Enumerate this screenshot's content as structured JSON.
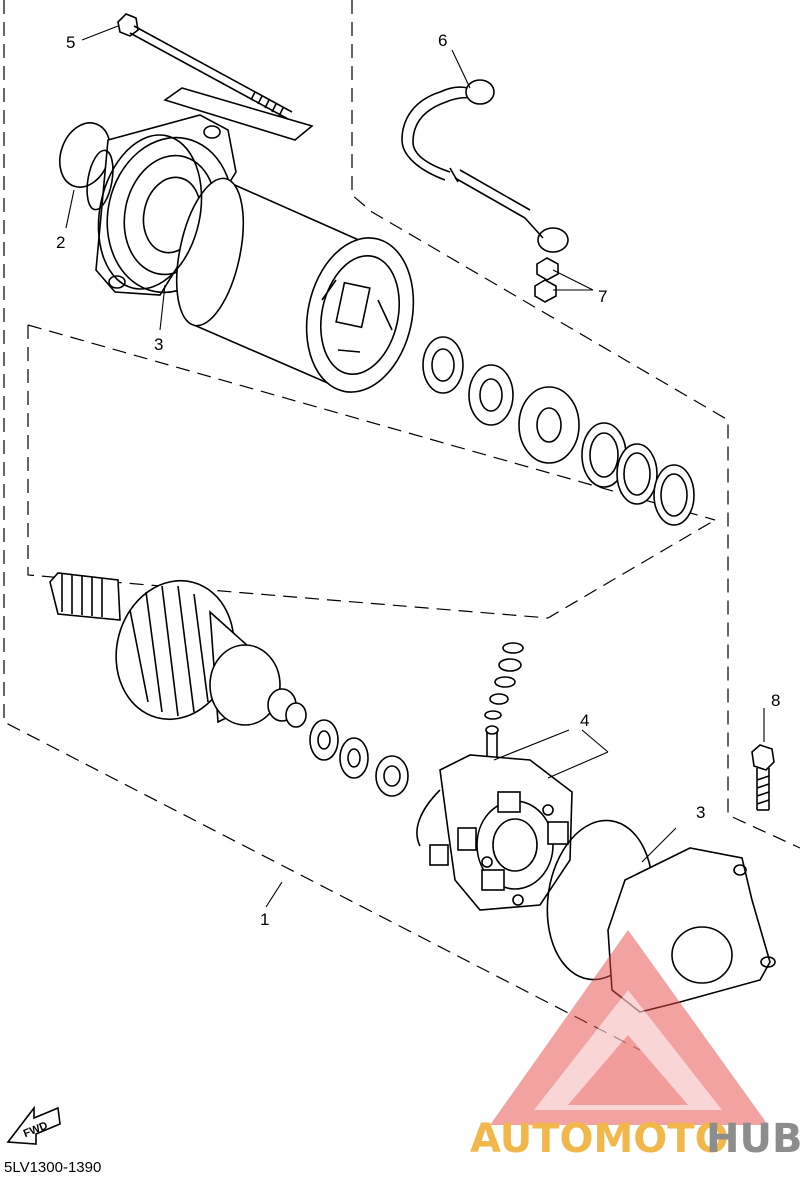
{
  "callouts": {
    "c1": "1",
    "c2": "2",
    "c3a": "3",
    "c3b": "3",
    "c4": "4",
    "c5": "5",
    "c6": "6",
    "c7": "7",
    "c8": "8"
  },
  "badge": {
    "fwd": "FWD"
  },
  "diagram_code": "5LV1300-1390",
  "watermark": {
    "part1": "AUTOMOTO",
    "part2": "HUB",
    "color_primary": "#f1b74a",
    "color_secondary": "#8d8d8d",
    "triangle_color": "#e84a4a"
  }
}
